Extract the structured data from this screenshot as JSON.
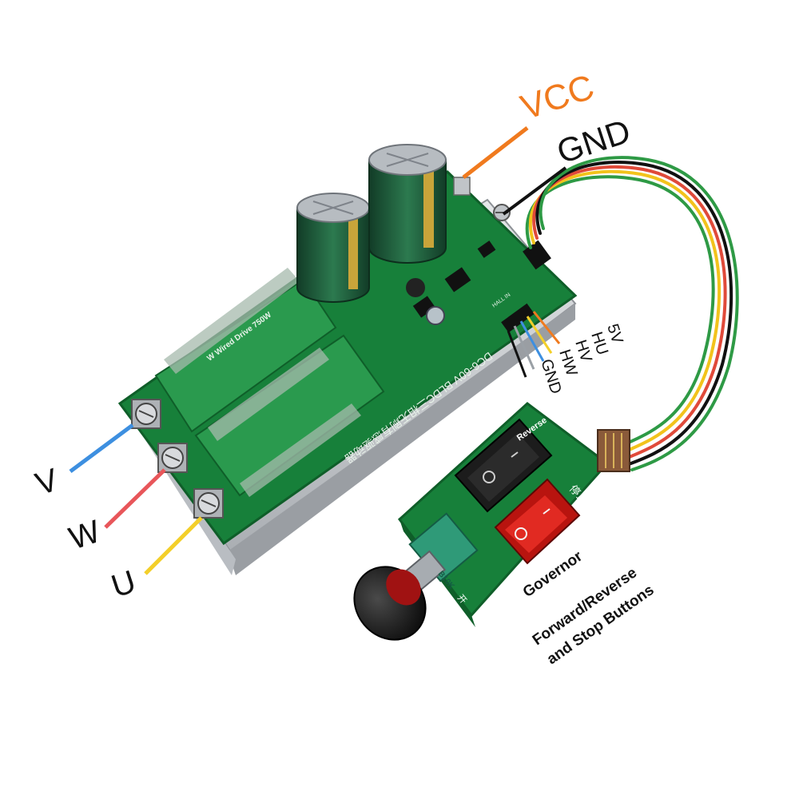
{
  "labels": {
    "vcc": "VCC",
    "gnd": "GND",
    "v": "V",
    "w": "W",
    "u": "U",
    "header_5v": "5V",
    "header_hu": "HU",
    "header_hv": "HV",
    "header_hw": "HW",
    "header_gnd": "GND",
    "governor": "Governor",
    "buttons_line1": "Forward/Reverse",
    "buttons_line2": "and Stop Buttons"
  },
  "board": {
    "silk_title": "W Wired Drive 750W",
    "silk_model": "DC6-60V  BLDC三相无刷有感驱动器",
    "silk_small": "HALL IN"
  },
  "panel": {
    "reverse_label": "Reverse",
    "stop_label": "停止",
    "pot_label": "B10K",
    "pot_mark": "开"
  },
  "colors": {
    "vcc": "#f07a1e",
    "gnd": "#111111",
    "v_wire": "#3d8fe0",
    "w_wire": "#e8565a",
    "u_wire": "#f3cf2a",
    "pcb": "#17803a",
    "pcb_dark": "#0f5e29",
    "heatsink": "#c9ccd0",
    "cap": "#1d5a3a",
    "red_button": "#d8201c",
    "black_button": "#1c1c1c"
  }
}
